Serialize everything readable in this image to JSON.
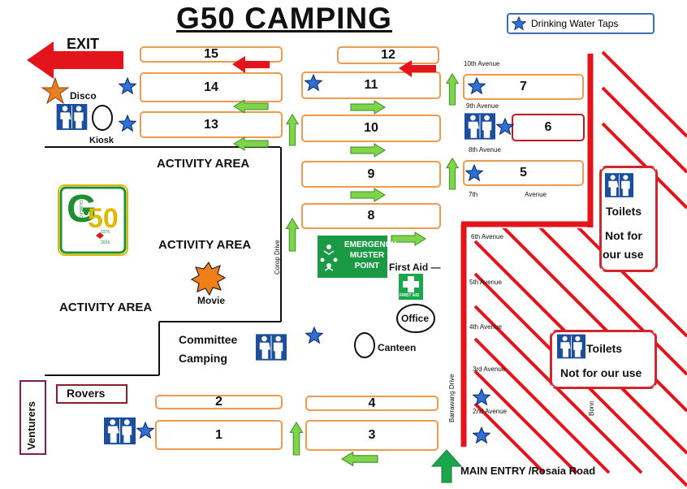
{
  "title": "G50 CAMPING",
  "legend": {
    "label": "Drinking Water Taps",
    "icon": "star-icon"
  },
  "exit_label": "EXIT",
  "sites": [
    "15",
    "14",
    "13",
    "12",
    "11",
    "10",
    "9",
    "8",
    "7",
    "6",
    "5",
    "2",
    "4",
    "1",
    "3"
  ],
  "avenues": {
    "a10": "10th Avenue",
    "a9": "9th Avenue",
    "a8": "8th Avenue",
    "a7a": "7th",
    "a7b": "Avenue",
    "a6": "6th Avenue",
    "a5": "5th Avenue",
    "a4": "4th Avenue",
    "a3": "3rd Avenue",
    "a2": "2nd Avenue"
  },
  "labels": {
    "disco": "Disco",
    "kiosk": "Kiosk",
    "activity1": "ACTIVITY AREA",
    "activity2": "ACTIVITY AREA",
    "activity3": "ACTIVITY AREA",
    "movie": "Movie",
    "committee1": "Committee",
    "committee2": "Camping",
    "first_aid": "First Aid —",
    "first_aid_sign": "FIRST AID",
    "office": "Office",
    "canteen": "Canteen",
    "rovers": "Rovers",
    "venturers": "Venturers",
    "main_entry": "MAIN ENTRY /Rosaia Road",
    "corop": "Corop Drive",
    "barrawang": "Barrawang Drive",
    "bonn": "Bonn",
    "toilets1": "Toilets",
    "notfor1a": "Not for",
    "notfor1b": "our use",
    "toilets2": "Toilets",
    "notfor2": "Not for our use"
  },
  "muster": {
    "line1": "EMERGENCY",
    "line2": "MUSTER",
    "line3": "POINT"
  },
  "logo": {
    "number": "50",
    "letter": "G",
    "text": "GILWEKOO",
    "years_top": "1976",
    "years_bottom": "2026"
  },
  "colors": {
    "exit_red": "#e3141b",
    "arrow_green": "#7fd44a",
    "arrow_border": "#3a8a28",
    "site_border": "#ee9a50",
    "hatch_red": "#e3141b",
    "star_blue": "#2f6fd6",
    "toilet_blue": "#1c4e9e",
    "muster_green": "#1a9a45"
  }
}
